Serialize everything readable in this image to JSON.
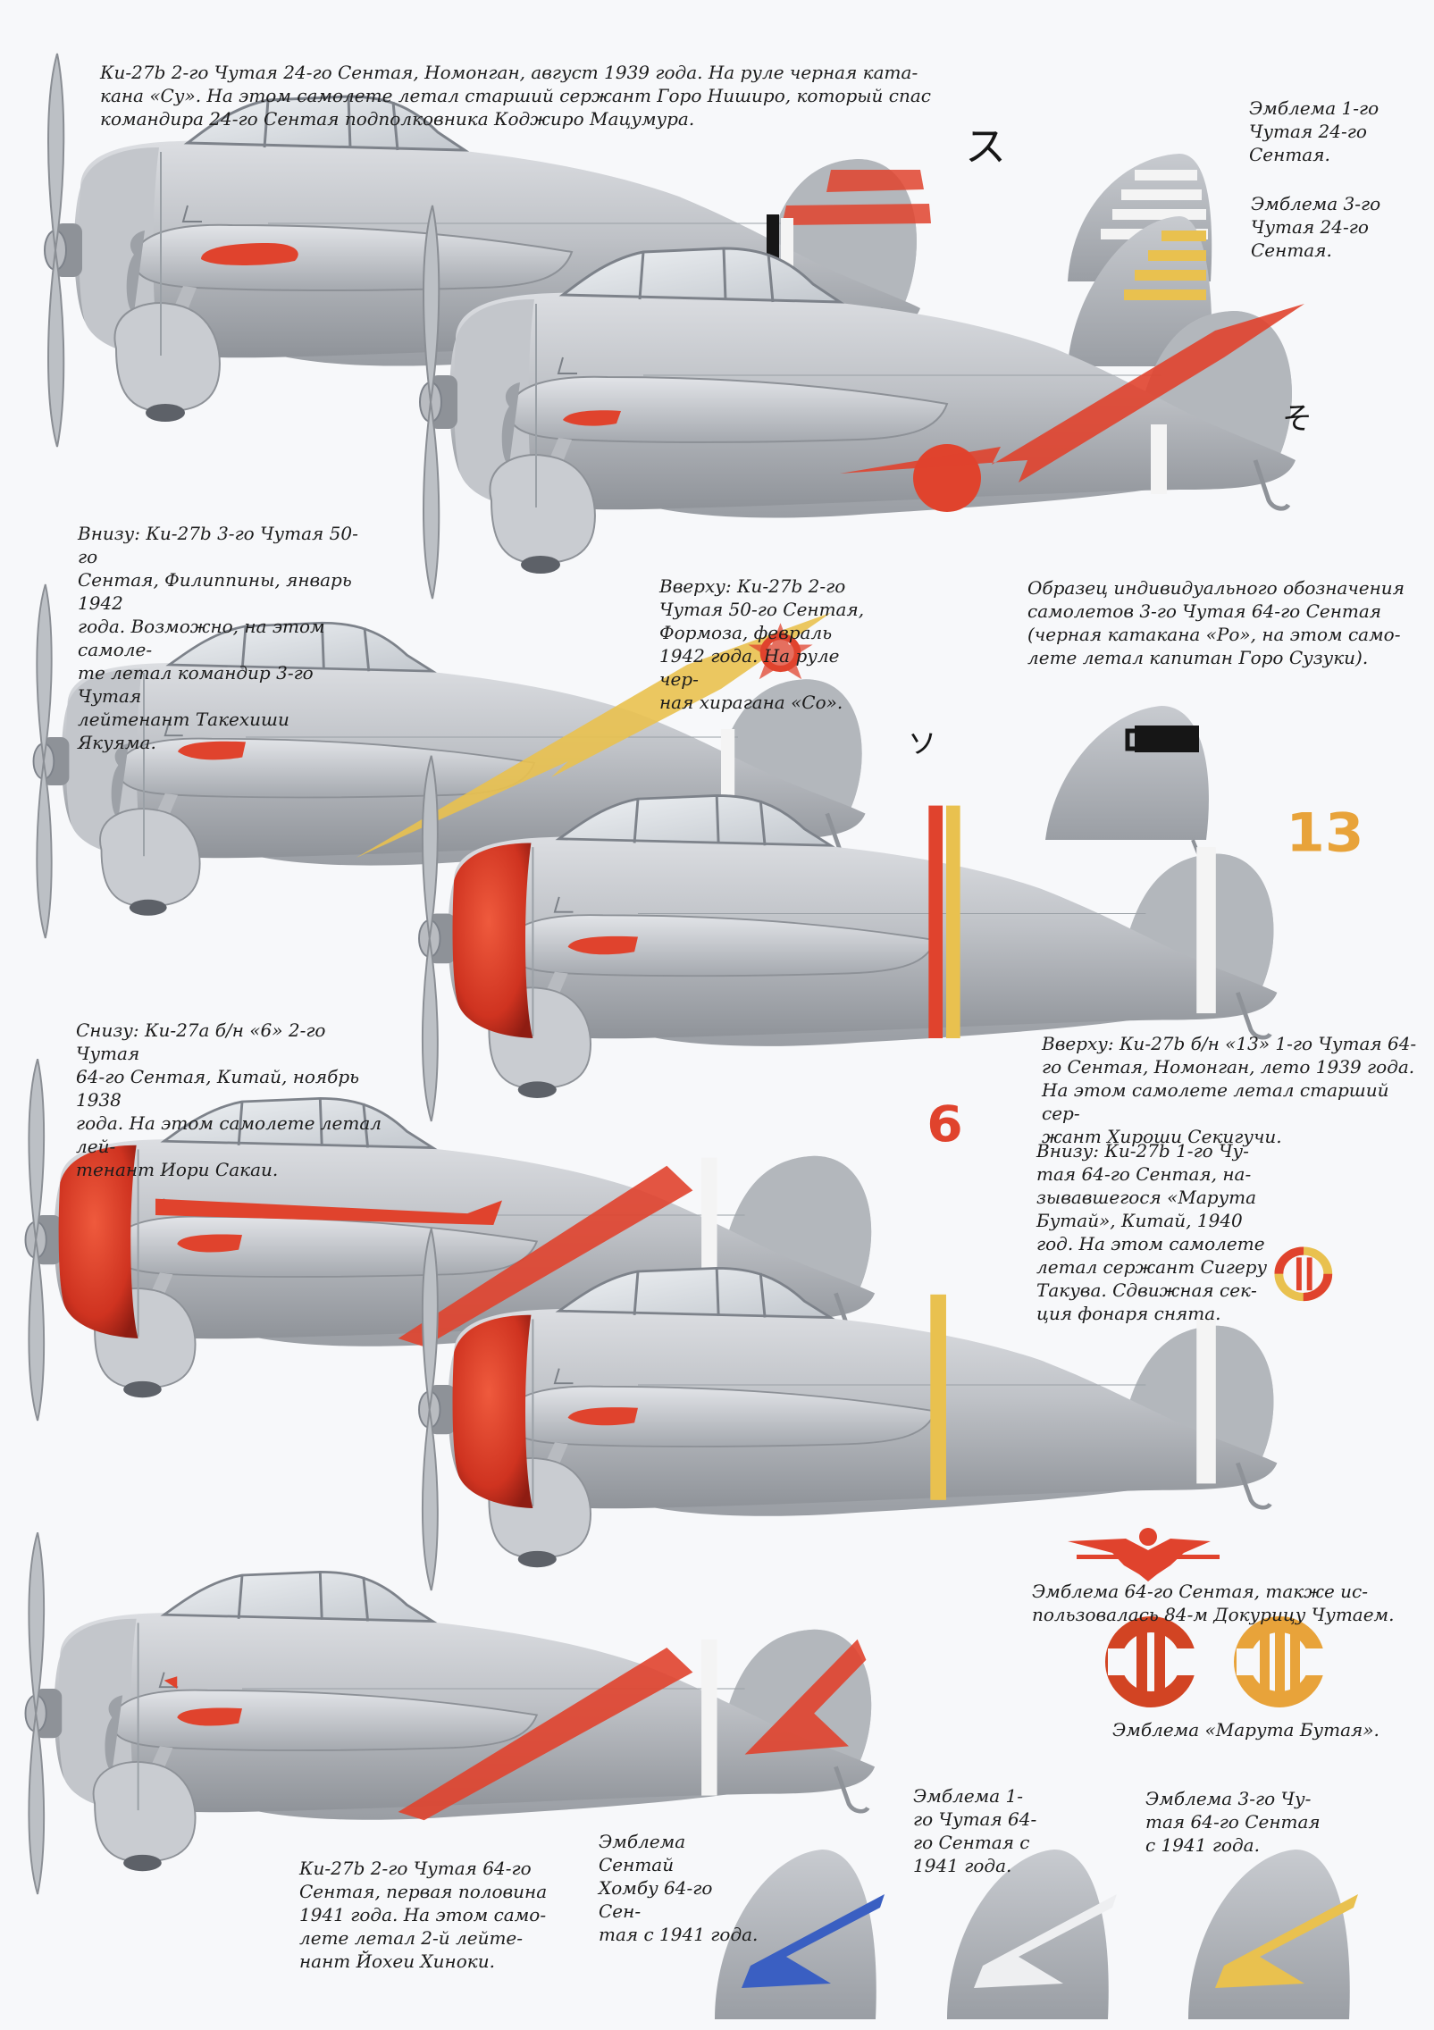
{
  "captions": {
    "p1": "Ки-27b 2-го Чутая 24-го Сентая, Номонган, август 1939 года. На руле черная ката-\nкана «Су». На этом самолете летал старший сержант Горо Ниширо, который спас\nкомандира 24-го Сентая подполковника Коджиро Мацумура.",
    "e1": "Эмблема 1-го\nЧутая   24-го\nСентая.",
    "e2": "Эмблема 3-го\nЧутая 24-го\nСентая.",
    "p2": "Внизу: Ки-27b 3-го Чутая 50-го\nСентая, Филиппины, январь 1942\nгода. Возможно, на этом самоле-\nте летал командир 3-го Чутая\nлейтенант Такехиши Якуяма.",
    "p3": "Вверху: Ки-27b 2-го\nЧутая 50-го Сентая,\nФормоза,    февраль\n1942 года. На руле чер-\nная хирагана «Со».",
    "e3": "Образец индивидуального обозначения\nсамолетов 3-го Чутая 64-го Сентая\n(черная катакана «Ро», на этом само-\nлете летал капитан Горо Сузуки).",
    "p4": "Вверху: Ки-27b б/н «13» 1-го Чутая 64-\nго Сентая, Номонган, лето 1939 года.\nНа этом самолете летал старший сер-\nжант Хироши Секигучи.",
    "p5": "Снизу: Ки-27а б/н «6» 2-го Чутая\n64-го Сентая, Китай, ноябрь 1938\nгода. На этом самолете летал лей-\nтенант Иори Сакаи.",
    "p6": "Внизу: Ки-27b 1-го Чу-\nтая 64-го Сентая, на-\nзывавшегося «Марута\nБутай», Китай, 1940\nгод. На этом самолете\nлетал сержант Сигеру\nТакува. Сдвижная сек-\nция фонаря снята.",
    "e4": "Эмблема 64-го Сентая, также ис-\nпользовалась 84-м Докурицу Чутаем.",
    "e5": "Эмблема «Марута Бутая».",
    "p7": "Ки-27b 2-го Чутая 64-го\nСентая, первая половина\n1941 года. На этом само-\nлете летал 2-й лейте-\nнант Йохеи Хиноки.",
    "e6": "Эмблема Сентай\nХомбу 64-го Сен-\nтая с 1941 года.",
    "e7": "Эмблема 1-\nго Чутая 64-\nго Сентая с\n1941 года.",
    "e8": "Эмблема 3-го Чу-\nтая 64-го Сентая\nс 1941 года."
  },
  "markings": {
    "tail_1": "ス",
    "tail_2": "そ",
    "tail_3": "ソ",
    "number_4": "13",
    "number_5": "6"
  },
  "colors": {
    "aircraft_grey": "#b9bcc1",
    "red": "#e0432d",
    "yellow": "#e9c14f",
    "orange": "#e8a33a",
    "blue": "#3a5fc2",
    "white": "#f4f4f4",
    "black": "#161616"
  }
}
